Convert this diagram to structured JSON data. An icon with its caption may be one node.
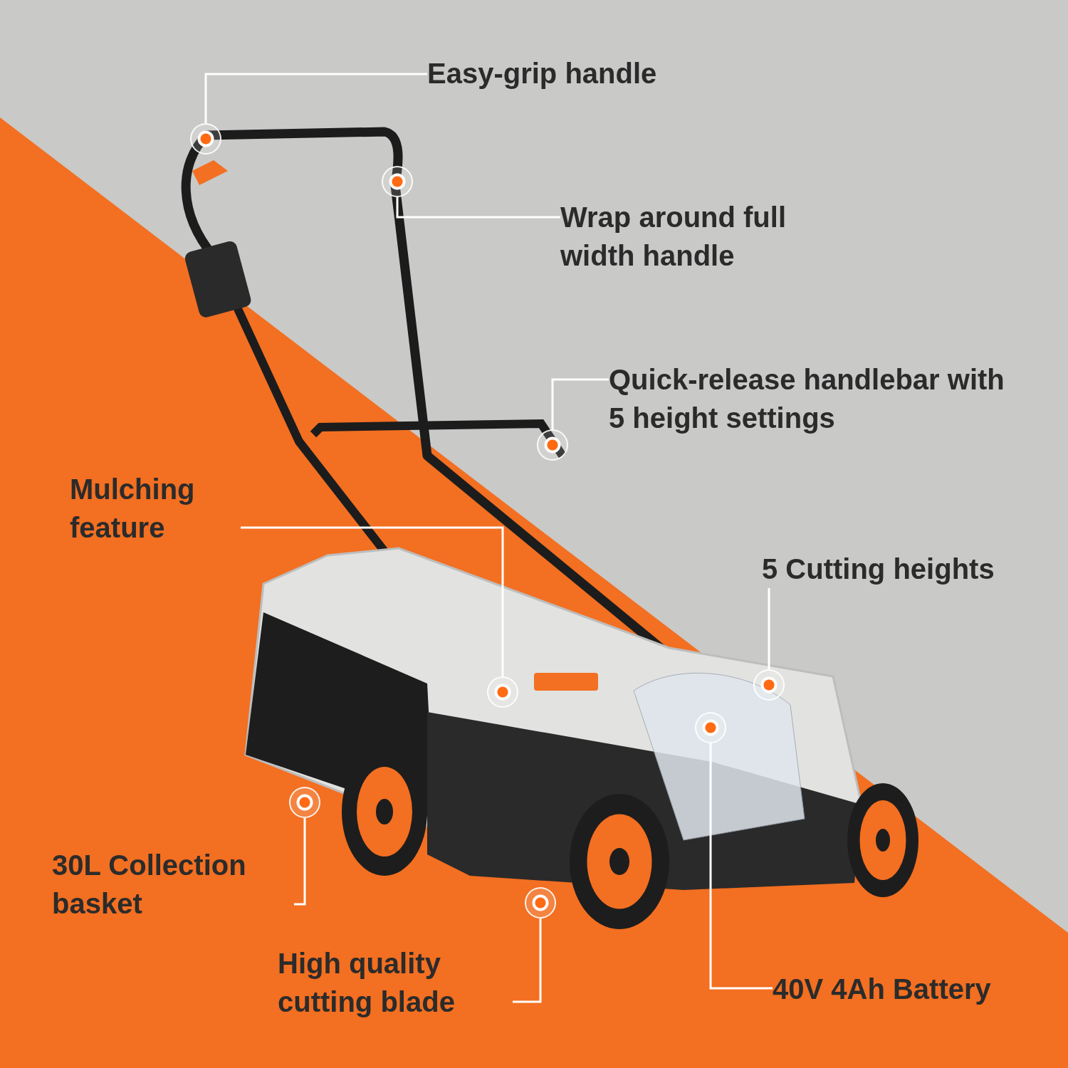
{
  "diagram": {
    "nodes": [
      {
        "text": [
          "Easy-grip handle"
        ]
      },
      {
        "text": [
          "Wrap around full width handle"
        ]
      },
      {
        "text": [
          "Quick-release handlebar with 5 height settings"
        ]
      },
      {
        "text": [
          "Mulching feature"
        ]
      },
      {
        "text": [
          "5 Cutting heights"
        ]
      },
      {
        "text": [
          "30L Collection basket"
        ]
      },
      {
        "text": [
          "High quality cutting blade"
        ]
      },
      {
        "text": [
          "40V 4Ah Battery"
        ]
      },
      {
        "text": [],
        "shape": "circle"
      },
      {
        "text": [],
        "shape": "circle"
      },
      {
        "text": [],
        "shape": "circle"
      },
      {
        "text": [],
        "shape": "circle"
      },
      {
        "text": [],
        "shape": "circle"
      },
      {
        "text": [],
        "shape": "circle"
      },
      {
        "text": [],
        "shape": "circle"
      },
      {
        "text": [],
        "shape": "circle"
      }
    ],
    "edges": [
      {
        "from": 0,
        "to": 8,
        "arrow": "none"
      },
      {
        "from": 1,
        "to": 9,
        "arrow": "none"
      },
      {
        "from": 2,
        "to": 10,
        "arrow": "none"
      },
      {
        "from": 3,
        "to": 11,
        "arrow": "none"
      },
      {
        "from": 4,
        "to": 12,
        "arrow": "none"
      },
      {
        "from": 5,
        "to": 13,
        "arrow": "none"
      },
      {
        "from": 6,
        "to": 14,
        "arrow": "none"
      },
      {
        "from": 7,
        "to": 15,
        "arrow": "none"
      }
    ]
  }
}
